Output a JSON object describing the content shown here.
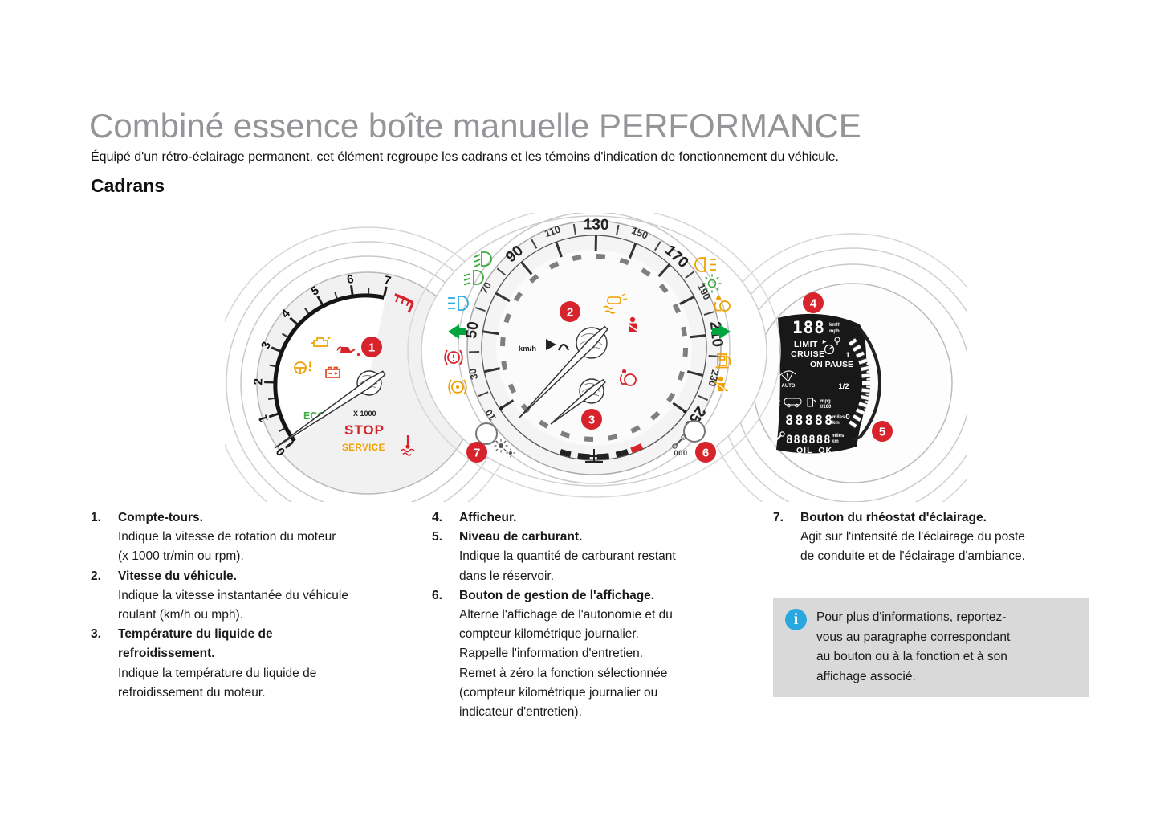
{
  "page": {
    "title": "Combiné essence boîte manuelle PERFORMANCE",
    "subtitle": "Équipé d'un rétro-éclairage permanent, cet élément regroupe les cadrans et les témoins d'indication de fonctionnement du véhicule.",
    "section_heading": "Cadrans"
  },
  "cluster": {
    "callouts": [
      "1",
      "2",
      "3",
      "4",
      "5",
      "6",
      "7"
    ],
    "tachometer": {
      "scale": [
        "0",
        "1",
        "2",
        "3",
        "4",
        "5",
        "6",
        "7"
      ],
      "eco_label": "ECO",
      "multiplier_label": "X 1000",
      "stop_label": "STOP",
      "service_label": "SERVICE",
      "warning_icons": [
        "engine-warning",
        "oil-pressure-warning",
        "power-steering-warning",
        "battery-charge-warning",
        "coolant-temperature-warning"
      ]
    },
    "speedometer": {
      "scale": [
        "10",
        "30",
        "50",
        "70",
        "90",
        "110",
        "130",
        "150",
        "170",
        "190",
        "210",
        "230",
        "250"
      ],
      "unit_label": "km/h",
      "left_indicator_icons": [
        "front-fog-light",
        "low-beam",
        "high-beam",
        "left-turn-signal",
        "brake-warning",
        "parking-brake"
      ],
      "right_indicator_icons": [
        "rear-fog-light",
        "sidelights",
        "passenger-airbag",
        "right-turn-signal",
        "low-fuel",
        "seatbelt-reminder"
      ],
      "inner_indicator_icons": [
        "esp-warning",
        "seatbelt-warning",
        "airbag-warning"
      ]
    },
    "display": {
      "speed_value": "188",
      "speed_unit_1": "km/h",
      "speed_unit_2": "mph",
      "limit_label": "LIMIT",
      "cruise_label": "CRUISE",
      "on_pause_label": "ON PAUSE",
      "auto_label": "AUTO",
      "fuel_full": "1",
      "fuel_half": "1/2",
      "fuel_empty": "0",
      "odo_value": "88888",
      "odo_unit_1": "miles",
      "odo_unit_2": "km",
      "trip_value": "888888",
      "trip_unit_1": "miles",
      "trip_unit_2": "km",
      "cons_unit_1": "mpg",
      "cons_unit_2": "l/100",
      "oil_label": "OIL_OK"
    },
    "trip_button_digits": "000"
  },
  "legend": {
    "items": [
      {
        "number": "1.",
        "title_lines": [
          "Compte-tours."
        ],
        "body_lines": [
          "Indique la vitesse de rotation du moteur",
          "(x 1000 tr/min ou rpm)."
        ]
      },
      {
        "number": "2.",
        "title_lines": [
          "Vitesse du véhicule."
        ],
        "body_lines": [
          "Indique la vitesse instantanée du véhicule",
          "roulant (km/h ou mph)."
        ]
      },
      {
        "number": "3.",
        "title_lines": [
          "Température du liquide de",
          "refroidissement."
        ],
        "body_lines": [
          "Indique la température du liquide de",
          "refroidissement du moteur."
        ]
      },
      {
        "number": "4.",
        "title_lines": [
          "Afficheur."
        ],
        "body_lines": []
      },
      {
        "number": "5.",
        "title_lines": [
          "Niveau de carburant."
        ],
        "body_lines": [
          "Indique la quantité de carburant restant",
          "dans le réservoir."
        ]
      },
      {
        "number": "6.",
        "title_lines": [
          "Bouton de gestion de l'affichage."
        ],
        "body_lines": [
          "Alterne l'affichage de l'autonomie et du",
          "compteur kilométrique journalier.",
          "Rappelle l'information d'entretien.",
          "Remet à zéro la fonction sélectionnée",
          "(compteur kilométrique journalier ou",
          "indicateur d'entretien)."
        ]
      },
      {
        "number": "7.",
        "title_lines": [
          "Bouton du rhéostat d'éclairage."
        ],
        "body_lines": [
          "Agit sur l'intensité de l'éclairage du poste",
          "de conduite et de l'éclairage d'ambiance."
        ]
      }
    ]
  },
  "info_box": {
    "icon": "info-icon",
    "lines": [
      "Pour plus d'informations, reportez-",
      "vous au paragraphe correspondant",
      "au bouton ou à la fonction et à son",
      "affichage associé."
    ]
  },
  "colors": {
    "title_gray": "#939598",
    "callout_red": "#d7232b",
    "warning_red": "#d8232a",
    "warning_orange": "#f0a000",
    "indicator_green": "#3aab3a",
    "indicator_blue": "#2ea9e0",
    "info_icon_blue": "#29a8df",
    "info_box_bg": "#d9d9d9"
  }
}
